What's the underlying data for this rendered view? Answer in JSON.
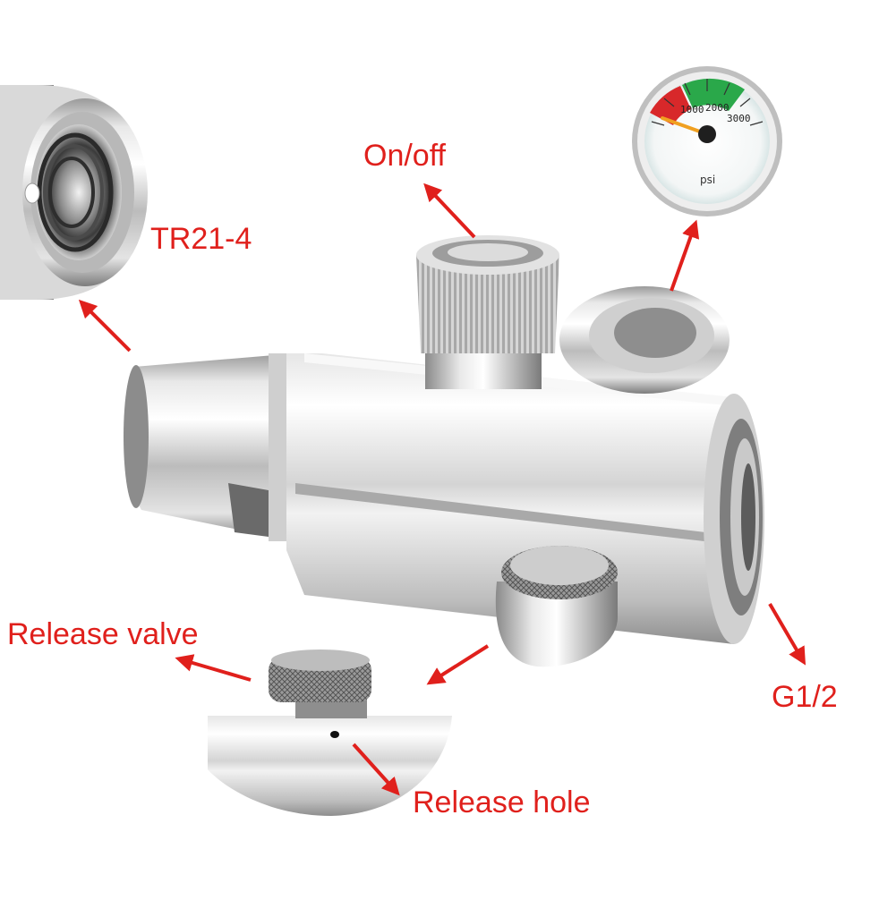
{
  "labels": {
    "on_off": "On/off",
    "tr21_4": "TR21-4",
    "release_valve": "Release valve",
    "g1_2": "G1/2",
    "release_hole": "Release hole"
  },
  "gauge": {
    "tick_1000": "1000",
    "tick_2000": "2000",
    "tick_3000": "3000",
    "unit": "psi"
  },
  "colors": {
    "callout_text": "#e0201c",
    "arrow": "#e0201c",
    "metal_light": "#f4f4f4",
    "metal_mid": "#c8c8c8",
    "metal_dark": "#7a7a7a",
    "gauge_green": "#2aa84a",
    "gauge_red": "#d8282a",
    "needle": "#f0a020"
  }
}
